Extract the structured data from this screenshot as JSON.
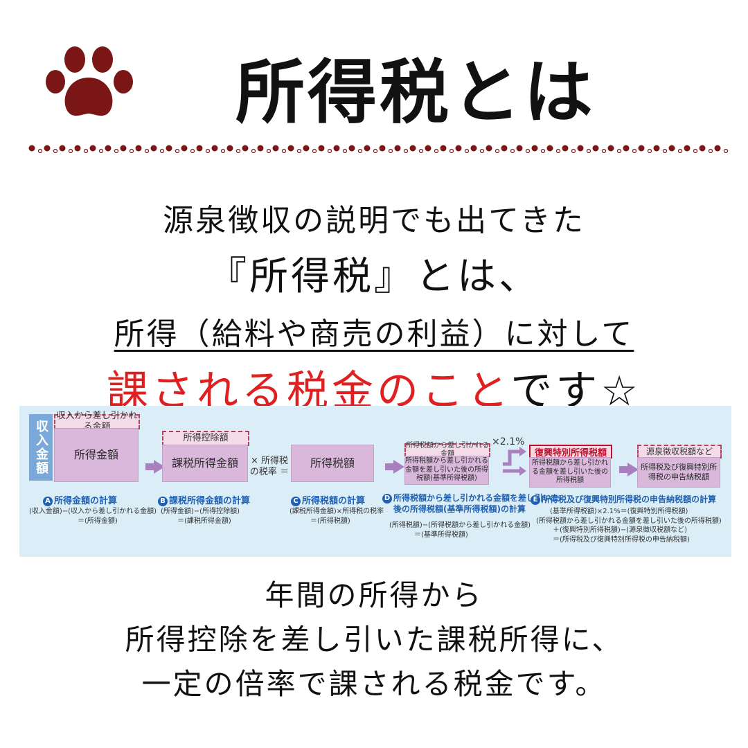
{
  "header": {
    "title": "所得税とは",
    "accent_color": "#7a1616",
    "paw_icon": "paw-icon"
  },
  "intro": {
    "line1": "源泉徴収の説明でも出てきた",
    "line2": "『所得税』とは、",
    "line3": "所得（給料や商売の利益）に対して",
    "line4_red": "課される税金のこと",
    "line4_rest": "です☆"
  },
  "diagram": {
    "side_label": "収入金額",
    "a_top": "収入から差し引かれる金額",
    "a_box": "所得金額",
    "a_caption": "所得金額の計算",
    "a_formula1": "(収入金額)−(収入から差し引かれる金額)",
    "a_formula2": "＝(所得金額)",
    "b_top": "所得控除額",
    "b_box": "課税所得金額",
    "b_caption": "課税所得金額の計算",
    "b_formula1": "(所得金額)−(所得控除額)",
    "b_formula2": "＝(課税所得金額)",
    "op_rate": "所得税の税率",
    "c_box": "所得税額",
    "c_caption": "所得税額の計算",
    "c_formula1": "(課税所得金額)×所得税の税率",
    "c_formula2": "＝(所得税額)",
    "d_top": "所得税額から差し引かれる金額",
    "d_box": "所得税額から差し引かれる金額を差し引いた後の所得税額(基準所得税額)",
    "d_caption1": "所得税額から差し引かれる金額を差し引いた",
    "d_caption2": "後の所得税額(基準所得税額)の計算",
    "d_formula1": "(所得税額)−(所得税額から差し引かれる金額)",
    "d_formula2": "＝(基準所得税額)",
    "rate_label": "×2.1%",
    "e_top": "復興特別所得税額",
    "e_box": "所得税額から差し引かれる金額を差し引いた後の所得税額",
    "e_caption": "所得税及び復興特別所得税の申告納税額の計算",
    "e_formula1": "(基準所得税額)×2.1%＝(復興特別所得税額)",
    "e_formula2": "(所得税額から差し引かれる金額を差し引いた後の所得税額)",
    "e_formula3": "＋(復興特別所得税額)−(源泉徴収税額など)",
    "e_formula4": "＝(所得税及び復興特別所得税の申告納税額)",
    "f_top": "源泉徴収税額など",
    "f_box": "所得税及び復興特別所得税の申告納税額",
    "letters": [
      "A",
      "B",
      "C",
      "D",
      "E"
    ]
  },
  "body": {
    "line1": "年間の所得から",
    "line2": "所得控除を差し引いた課税所得に、",
    "line3": "一定の倍率で課される税金です。"
  }
}
